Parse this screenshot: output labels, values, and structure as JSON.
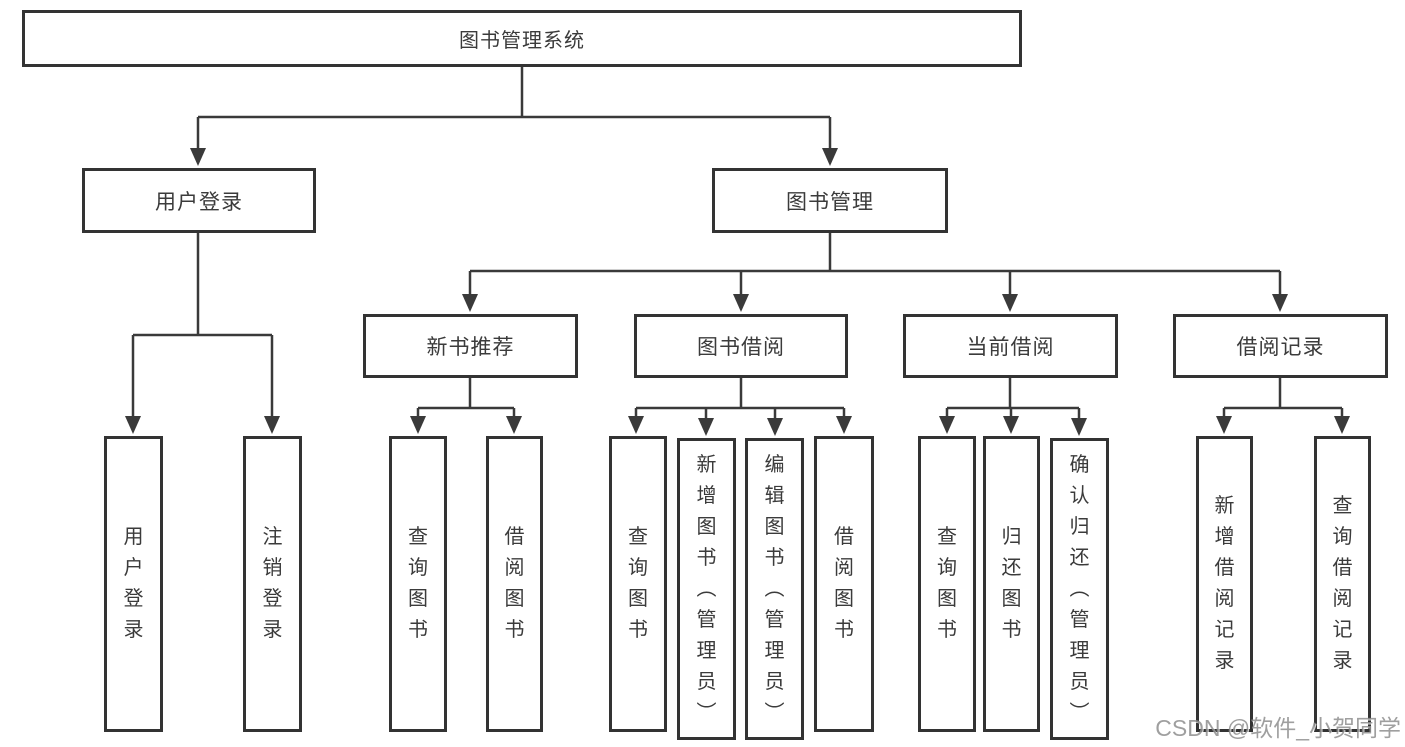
{
  "tree": {
    "label": "图书管理系统",
    "children": [
      {
        "label": "用户登录",
        "children": [
          {
            "label": "用户登录"
          },
          {
            "label": "注销登录"
          }
        ]
      },
      {
        "label": "图书管理",
        "children": [
          {
            "label": "新书推荐",
            "children": [
              {
                "label": "查询图书"
              },
              {
                "label": "借阅图书"
              }
            ]
          },
          {
            "label": "图书借阅",
            "children": [
              {
                "label": "查询图书"
              },
              {
                "label": "新增图书（管理员）"
              },
              {
                "label": "编辑图书（管理员）"
              },
              {
                "label": "借阅图书"
              }
            ]
          },
          {
            "label": "当前借阅",
            "children": [
              {
                "label": "查询图书"
              },
              {
                "label": "归还图书"
              },
              {
                "label": "确认归还（管理员）"
              }
            ]
          },
          {
            "label": "借阅记录",
            "children": [
              {
                "label": "新增借阅记录"
              },
              {
                "label": "查询借阅记录"
              }
            ]
          }
        ]
      }
    ]
  },
  "watermark": {
    "text": "CSDN @软件_小贺同学"
  },
  "colors": {
    "line": "#3a3a3a",
    "box_border": "#333333",
    "text": "#3b3b3b",
    "background": "#ffffff",
    "watermark_text": "#8f8f8f"
  }
}
